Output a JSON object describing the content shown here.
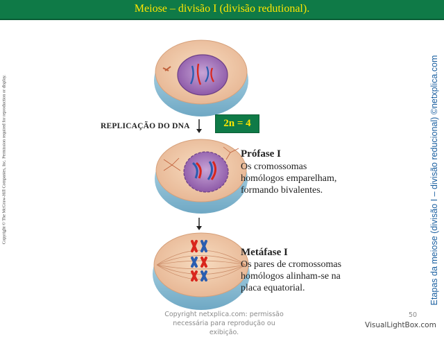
{
  "header": {
    "title": "Meiose – divisão I (divisão redutional)."
  },
  "left_copyright": "Copyright © The McGraw-Hill Companies, Inc. Permission required for reproduction or display.",
  "right_vertical": "Etapas da meiose (divisão I – divisão reducional) ©netxplica.com",
  "replication_label": "REPLICAÇÃO DO DNA",
  "ploidy_badge": "2n = 4",
  "phases": [
    {
      "title": "Prófase I",
      "lines": [
        "Os cromossomas",
        "homólogos emparelham,",
        "formando bivalentes."
      ]
    },
    {
      "title": "Metáfase I",
      "lines": [
        "Os pares de cromossomas",
        "homólogos alinham-se na",
        "placa equatorial."
      ]
    }
  ],
  "footer": {
    "line1": "Copyright netxplica.com: permissão",
    "line2": "necessária para reprodução ou exibição."
  },
  "slide_number": "50",
  "watermark": "VisualLightBox.com",
  "colors": {
    "header_bg": "#0f7a47",
    "header_text": "#ffe600",
    "vertical_text": "#1a5fa0",
    "chromosome_red": "#d9261c",
    "chromosome_blue": "#2a5db0",
    "nucleus": "#8e5aa8"
  }
}
